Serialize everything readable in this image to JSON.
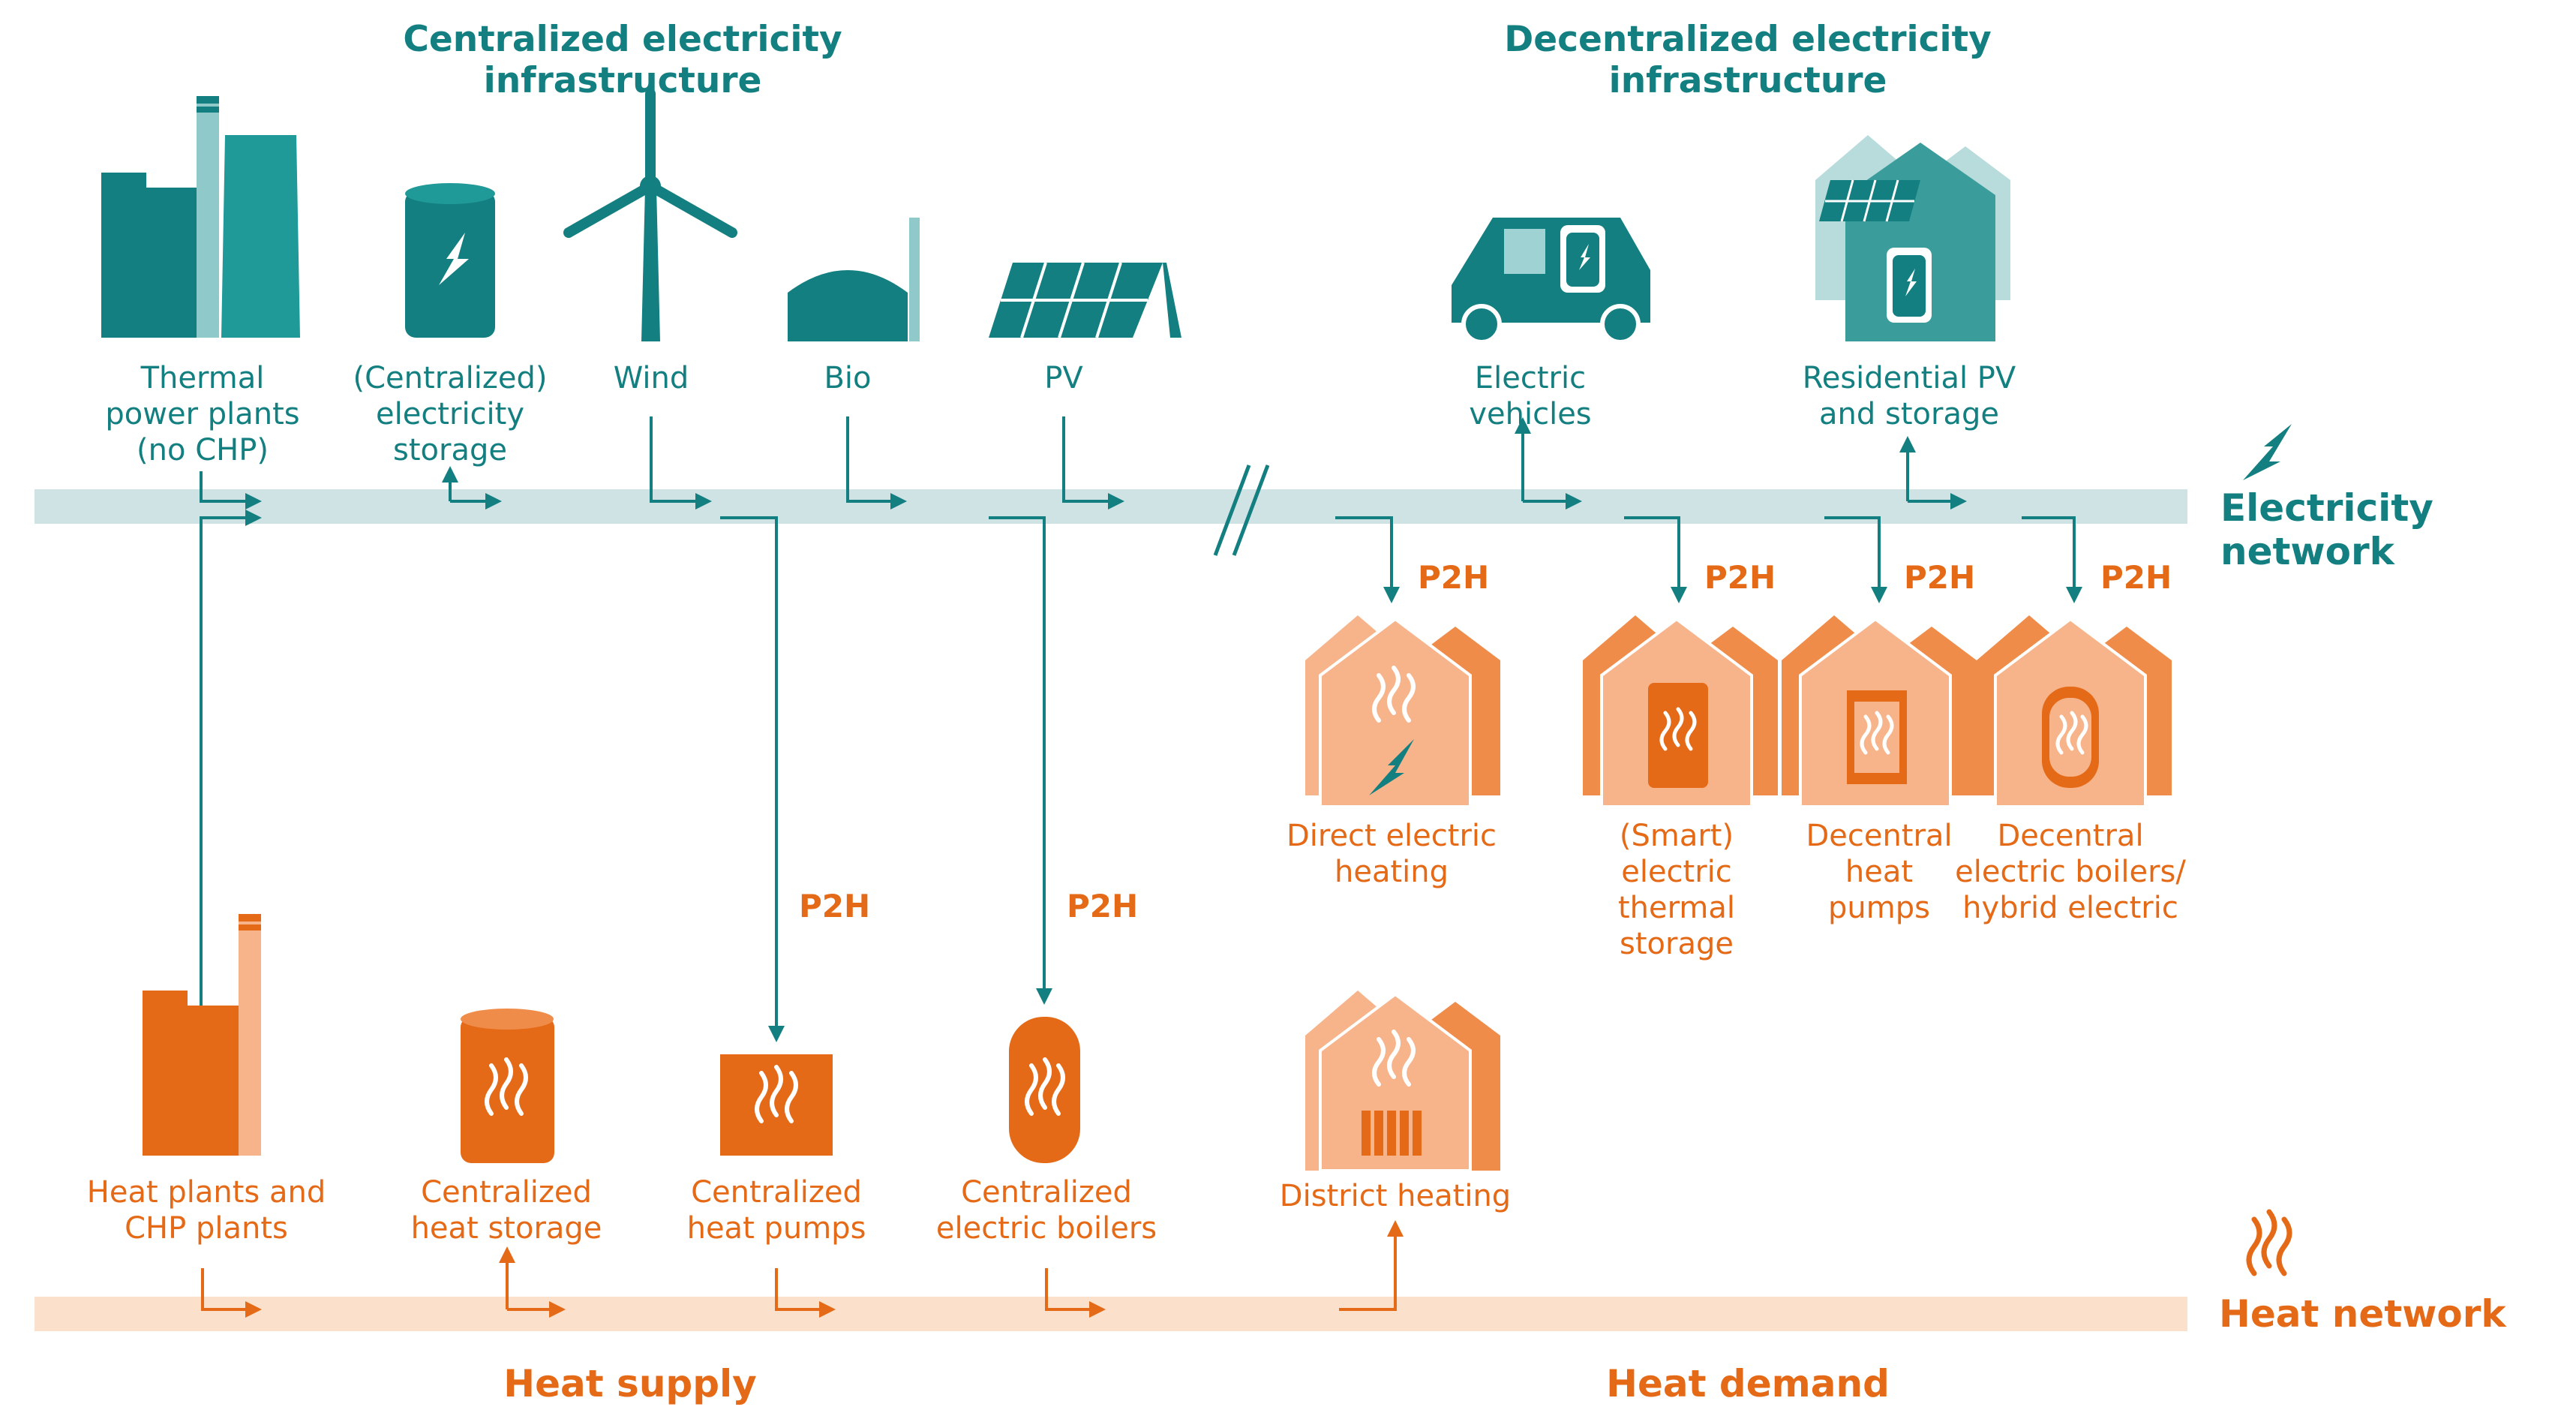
{
  "headers": {
    "centralized": "Centralized electricity infrastructure",
    "decentralized": "Decentralized electricity infrastructure"
  },
  "networks": {
    "electricity": "Electricity network",
    "heat": "Heat network"
  },
  "supply_demand": {
    "supply": "Heat supply",
    "demand": "Heat demand"
  },
  "p2h": "P2H",
  "electricity_nodes": [
    {
      "label": "Thermal\npower plants\n(no CHP)"
    },
    {
      "label": "(Centralized)\nelectricity\nstorage"
    },
    {
      "label": "Wind"
    },
    {
      "label": "Bio"
    },
    {
      "label": "PV"
    },
    {
      "label": "Electric vehicles"
    },
    {
      "label": "Residential PV\nand storage"
    }
  ],
  "decentral_heat_nodes": [
    {
      "label": "Direct electric\nheating"
    },
    {
      "label": "(Smart)\nelectric\nthermal\nstorage"
    },
    {
      "label": "Decentral\nheat\npumps"
    },
    {
      "label": "Decentral\nelectric boilers/\nhybrid electric"
    }
  ],
  "central_heat_nodes": [
    {
      "label": "Heat plants and\nCHP plants"
    },
    {
      "label": "Centralized\nheat storage"
    },
    {
      "label": "Centralized\nheat pumps"
    },
    {
      "label": "Centralized\nelectric boilers"
    },
    {
      "label": "District heating"
    }
  ],
  "colors": {
    "teal": "#137f80",
    "teal_light": "#9fcfd0",
    "electricity_band": "#cfe3e5",
    "orange": "#e56a17",
    "orange_mid": "#f08c4a",
    "orange_light": "#f7b48a",
    "heat_band": "#fbe0cc"
  }
}
